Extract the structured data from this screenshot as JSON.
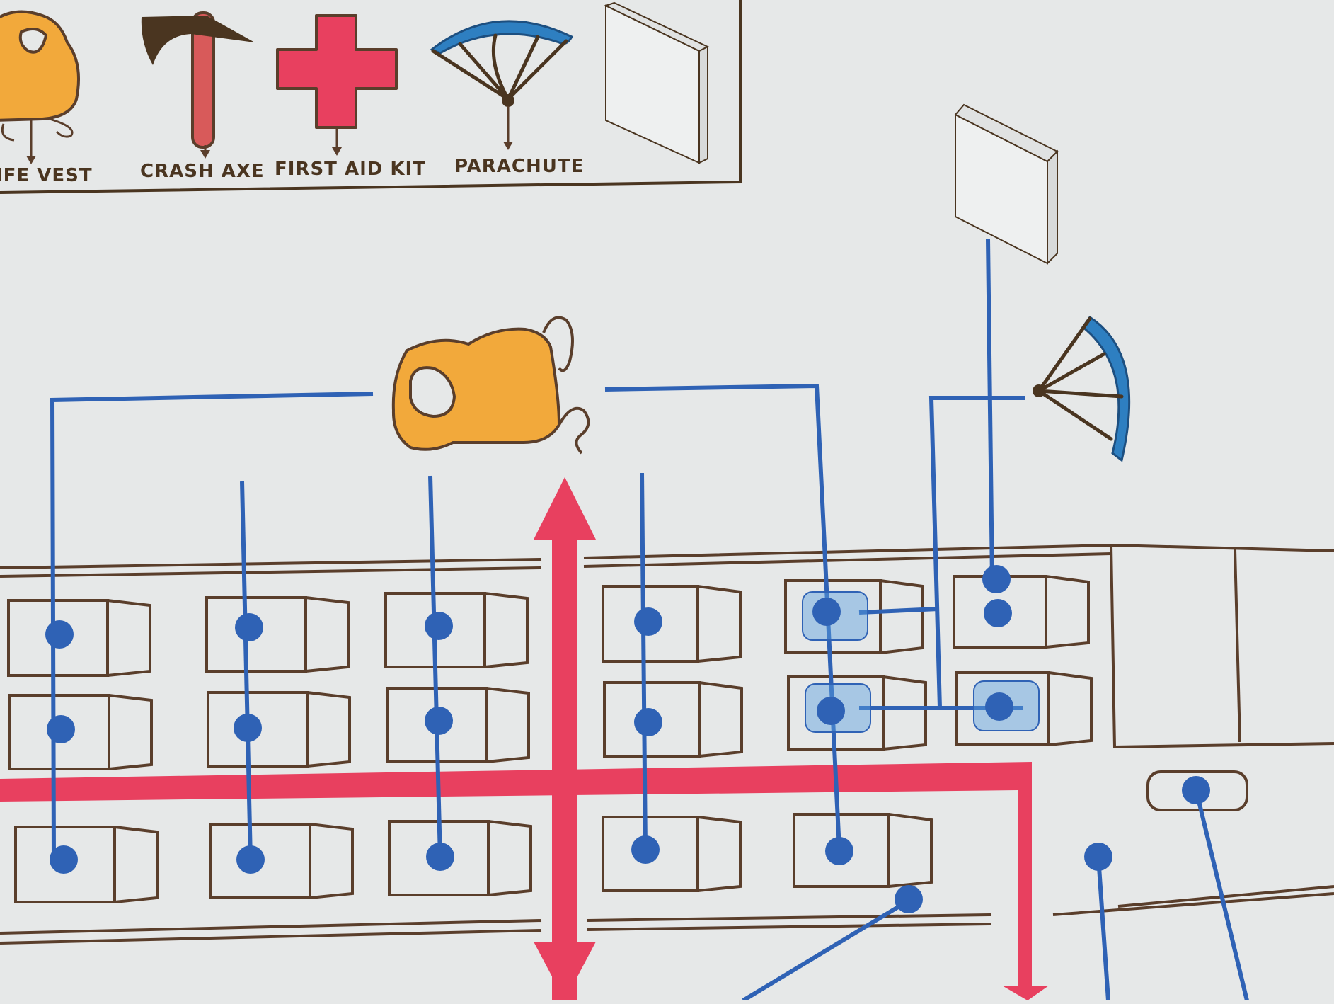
{
  "legend": {
    "items": [
      {
        "key": "life_vest",
        "label": "IFE VEST",
        "icon": "life-vest-icon"
      },
      {
        "key": "crash_axe",
        "label": "CRASH AXE",
        "icon": "crash-axe-icon"
      },
      {
        "key": "first_aid_kit",
        "label": "FIRST AID KIT",
        "icon": "first-aid-kit-icon"
      },
      {
        "key": "parachute",
        "label": "PARACHUTE",
        "icon": "parachute-icon"
      },
      {
        "key": "panel",
        "label": "",
        "icon": "panel-icon"
      }
    ]
  },
  "colors": {
    "background": "#e6e8e8",
    "outline": "#5a3e2b",
    "equipment_line": "#2f62b5",
    "exit_route": "#e8405f",
    "life_vest": "#f2a93b",
    "crash_axe": "#d85a5a",
    "first_aid": "#e8405f",
    "parachute": "#2e7fc1"
  }
}
